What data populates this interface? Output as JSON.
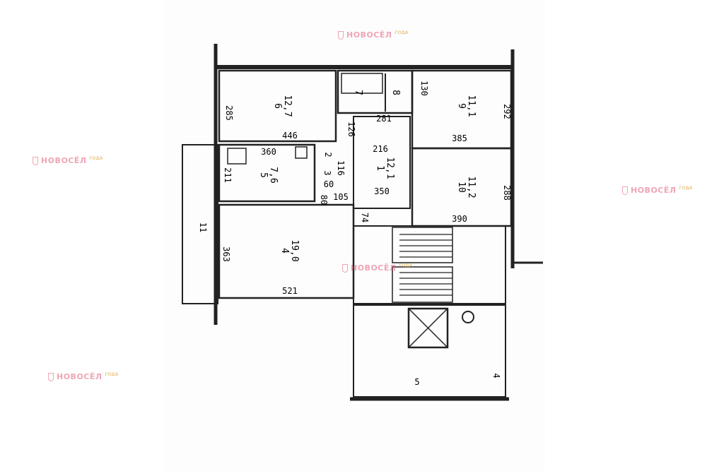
{
  "watermark": {
    "brand": "НОВОСЁЛ",
    "year_badge": "ГОДА",
    "color": "#e35d78",
    "accent": "#d9a23b"
  },
  "rooms": [
    {
      "id": "6",
      "area": "12,7"
    },
    {
      "id": "9",
      "area": "11,1"
    },
    {
      "id": "5",
      "area": "7,6"
    },
    {
      "id": "1",
      "area": "12,1"
    },
    {
      "id": "10",
      "area": "11,2"
    },
    {
      "id": "4",
      "area": "19,0"
    },
    {
      "id": "7",
      "area": ""
    },
    {
      "id": "8",
      "area": ""
    }
  ],
  "dimensions": [
    "446",
    "285",
    "126",
    "281",
    "130",
    "385",
    "292",
    "360",
    "216",
    "211",
    "116",
    "60",
    "80",
    "105",
    "350",
    "390",
    "288",
    "74",
    "363",
    "521",
    "11",
    "5",
    "4",
    "2",
    "3"
  ]
}
